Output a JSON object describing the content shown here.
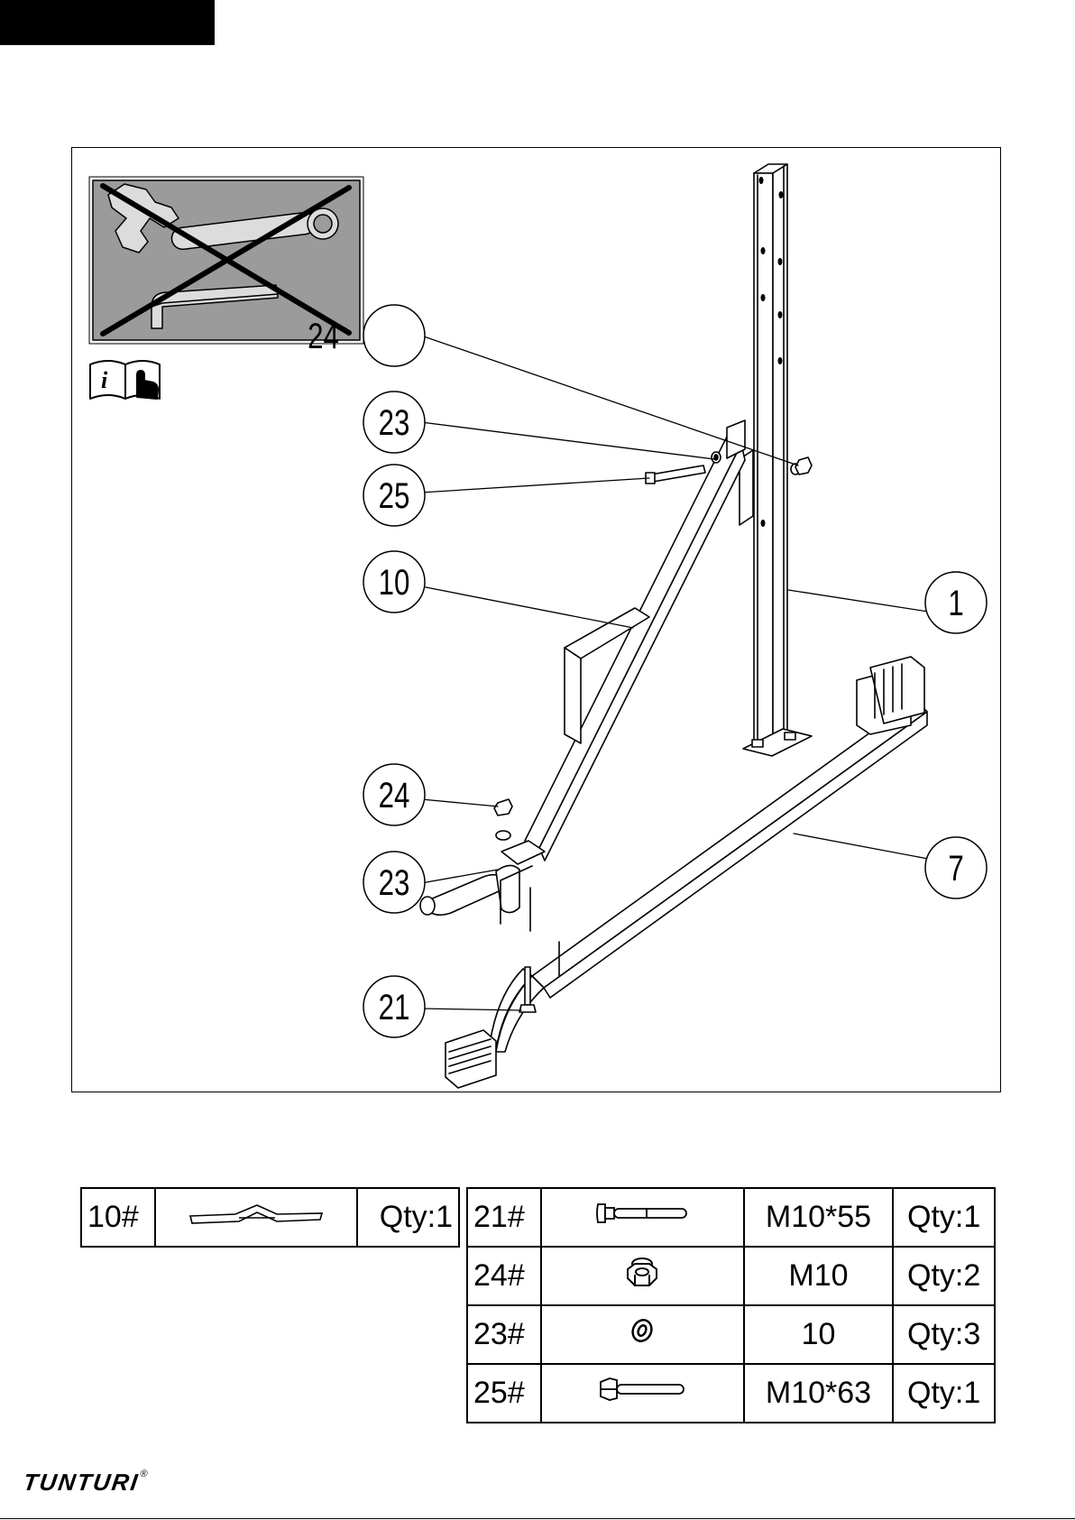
{
  "brand": {
    "name": "TUNTURI",
    "mark": "®"
  },
  "diagram": {
    "callouts": [
      "24",
      "23",
      "25",
      "10",
      "1",
      "24",
      "23",
      "7",
      "21"
    ],
    "icons": [
      "no-tools-icon",
      "read-manual-icon"
    ]
  },
  "parts_left": [
    {
      "id": "10#",
      "icon": "brace-tube-icon",
      "qty": "Qty:1"
    }
  ],
  "parts_right": [
    {
      "id": "21#",
      "icon": "carriage-bolt-icon",
      "size": "M10*55",
      "qty": "Qty:1"
    },
    {
      "id": "24#",
      "icon": "nylon-nut-icon",
      "size": "M10",
      "qty": "Qty:2"
    },
    {
      "id": "23#",
      "icon": "washer-icon",
      "size": "10",
      "qty": "Qty:3"
    },
    {
      "id": "25#",
      "icon": "hex-bolt-icon",
      "size": "M10*63",
      "qty": "Qty:1"
    }
  ]
}
